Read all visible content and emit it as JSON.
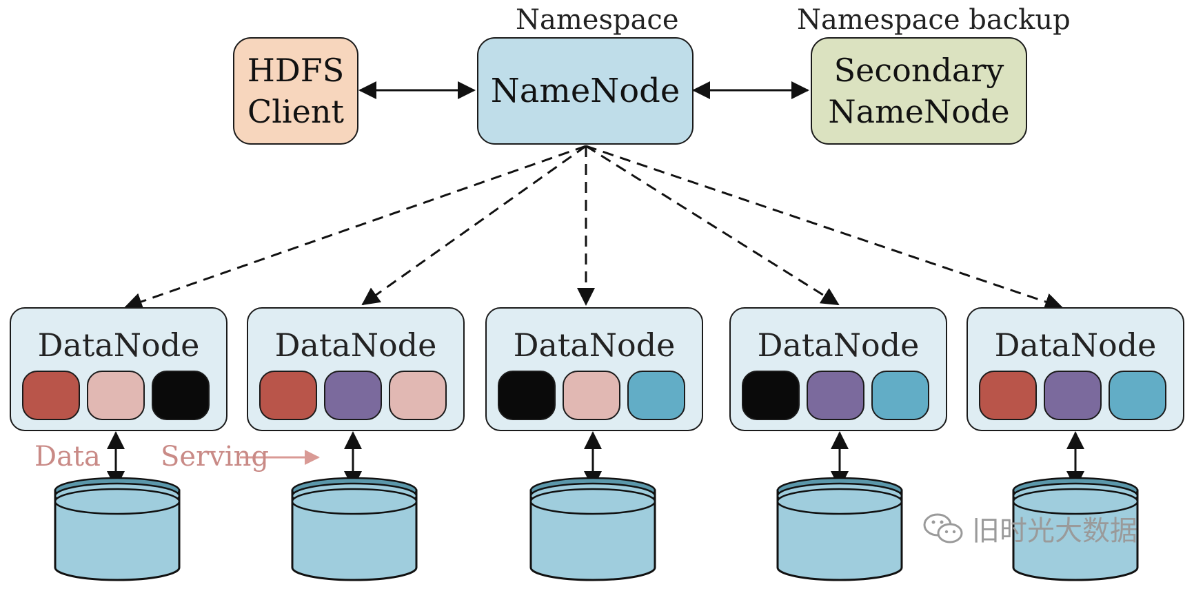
{
  "top": {
    "client_label": "HDFS\nClient",
    "namenode_label": "NameNode",
    "secondary_label": "Secondary\nNameNode",
    "namespace_caption": "Namespace",
    "namespace_backup_caption": "Namespace backup"
  },
  "datanodes": [
    {
      "title": "DataNode",
      "blocks": [
        "red",
        "pink",
        "black"
      ]
    },
    {
      "title": "DataNode",
      "blocks": [
        "red",
        "purple",
        "pink"
      ]
    },
    {
      "title": "DataNode",
      "blocks": [
        "black",
        "pink",
        "blue"
      ]
    },
    {
      "title": "DataNode",
      "blocks": [
        "black",
        "purple",
        "blue"
      ]
    },
    {
      "title": "DataNode",
      "blocks": [
        "red",
        "purple",
        "blue"
      ]
    }
  ],
  "data_serving": {
    "word1": "Data",
    "word2": "Serving"
  },
  "watermark": {
    "text": "旧时光大数据",
    "icon": "wechat-icon"
  },
  "colors": {
    "client_fill": "#f7d6bd",
    "namenode_fill": "#bfdde9",
    "secondary_fill": "#dbe2c0",
    "datanode_fill": "#dfedf3",
    "red": "#b9554a",
    "pink": "#e1b8b3",
    "black": "#0a0a0a",
    "purple": "#7b6a9d",
    "blue": "#62adc6",
    "disk_fill": "#9fcddd",
    "data_serving_text": "#c98a86"
  }
}
